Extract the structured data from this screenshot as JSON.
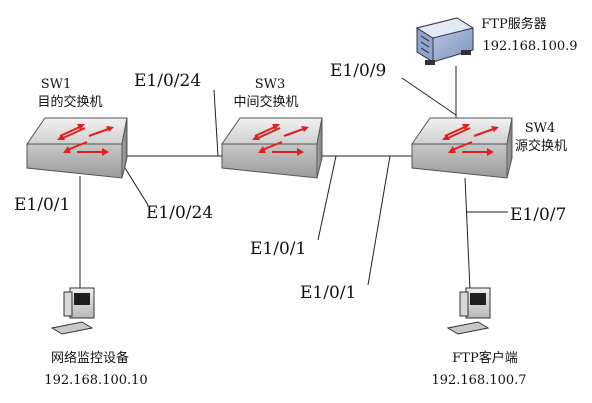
{
  "switches": {
    "sw1": {
      "name": "SW1",
      "role": "目的交换机"
    },
    "sw3": {
      "name": "SW3",
      "role": "中间交换机"
    },
    "sw4": {
      "name": "SW4",
      "role": "源交换机"
    }
  },
  "ftp_server": {
    "name": "FTP服务器",
    "ip": "192.168.100.9"
  },
  "monitor_pc": {
    "name": "网络监控设备",
    "ip": "192.168.100.10"
  },
  "ftp_client": {
    "name": "FTP客户端",
    "ip": "192.168.100.7"
  },
  "ports": {
    "sw1_to_monitor": "E1/0/1",
    "sw1_to_sw3": "E1/0/24",
    "sw3_to_sw1": "E1/0/24",
    "sw3_to_sw4": "E1/0/1",
    "sw4_to_sw3": "E1/0/1",
    "sw4_to_server": "E1/0/9",
    "sw4_to_client": "E1/0/7"
  },
  "colors": {
    "switch_body": "#d4d4d4",
    "arrow": "#e02020",
    "line": "#222222"
  }
}
